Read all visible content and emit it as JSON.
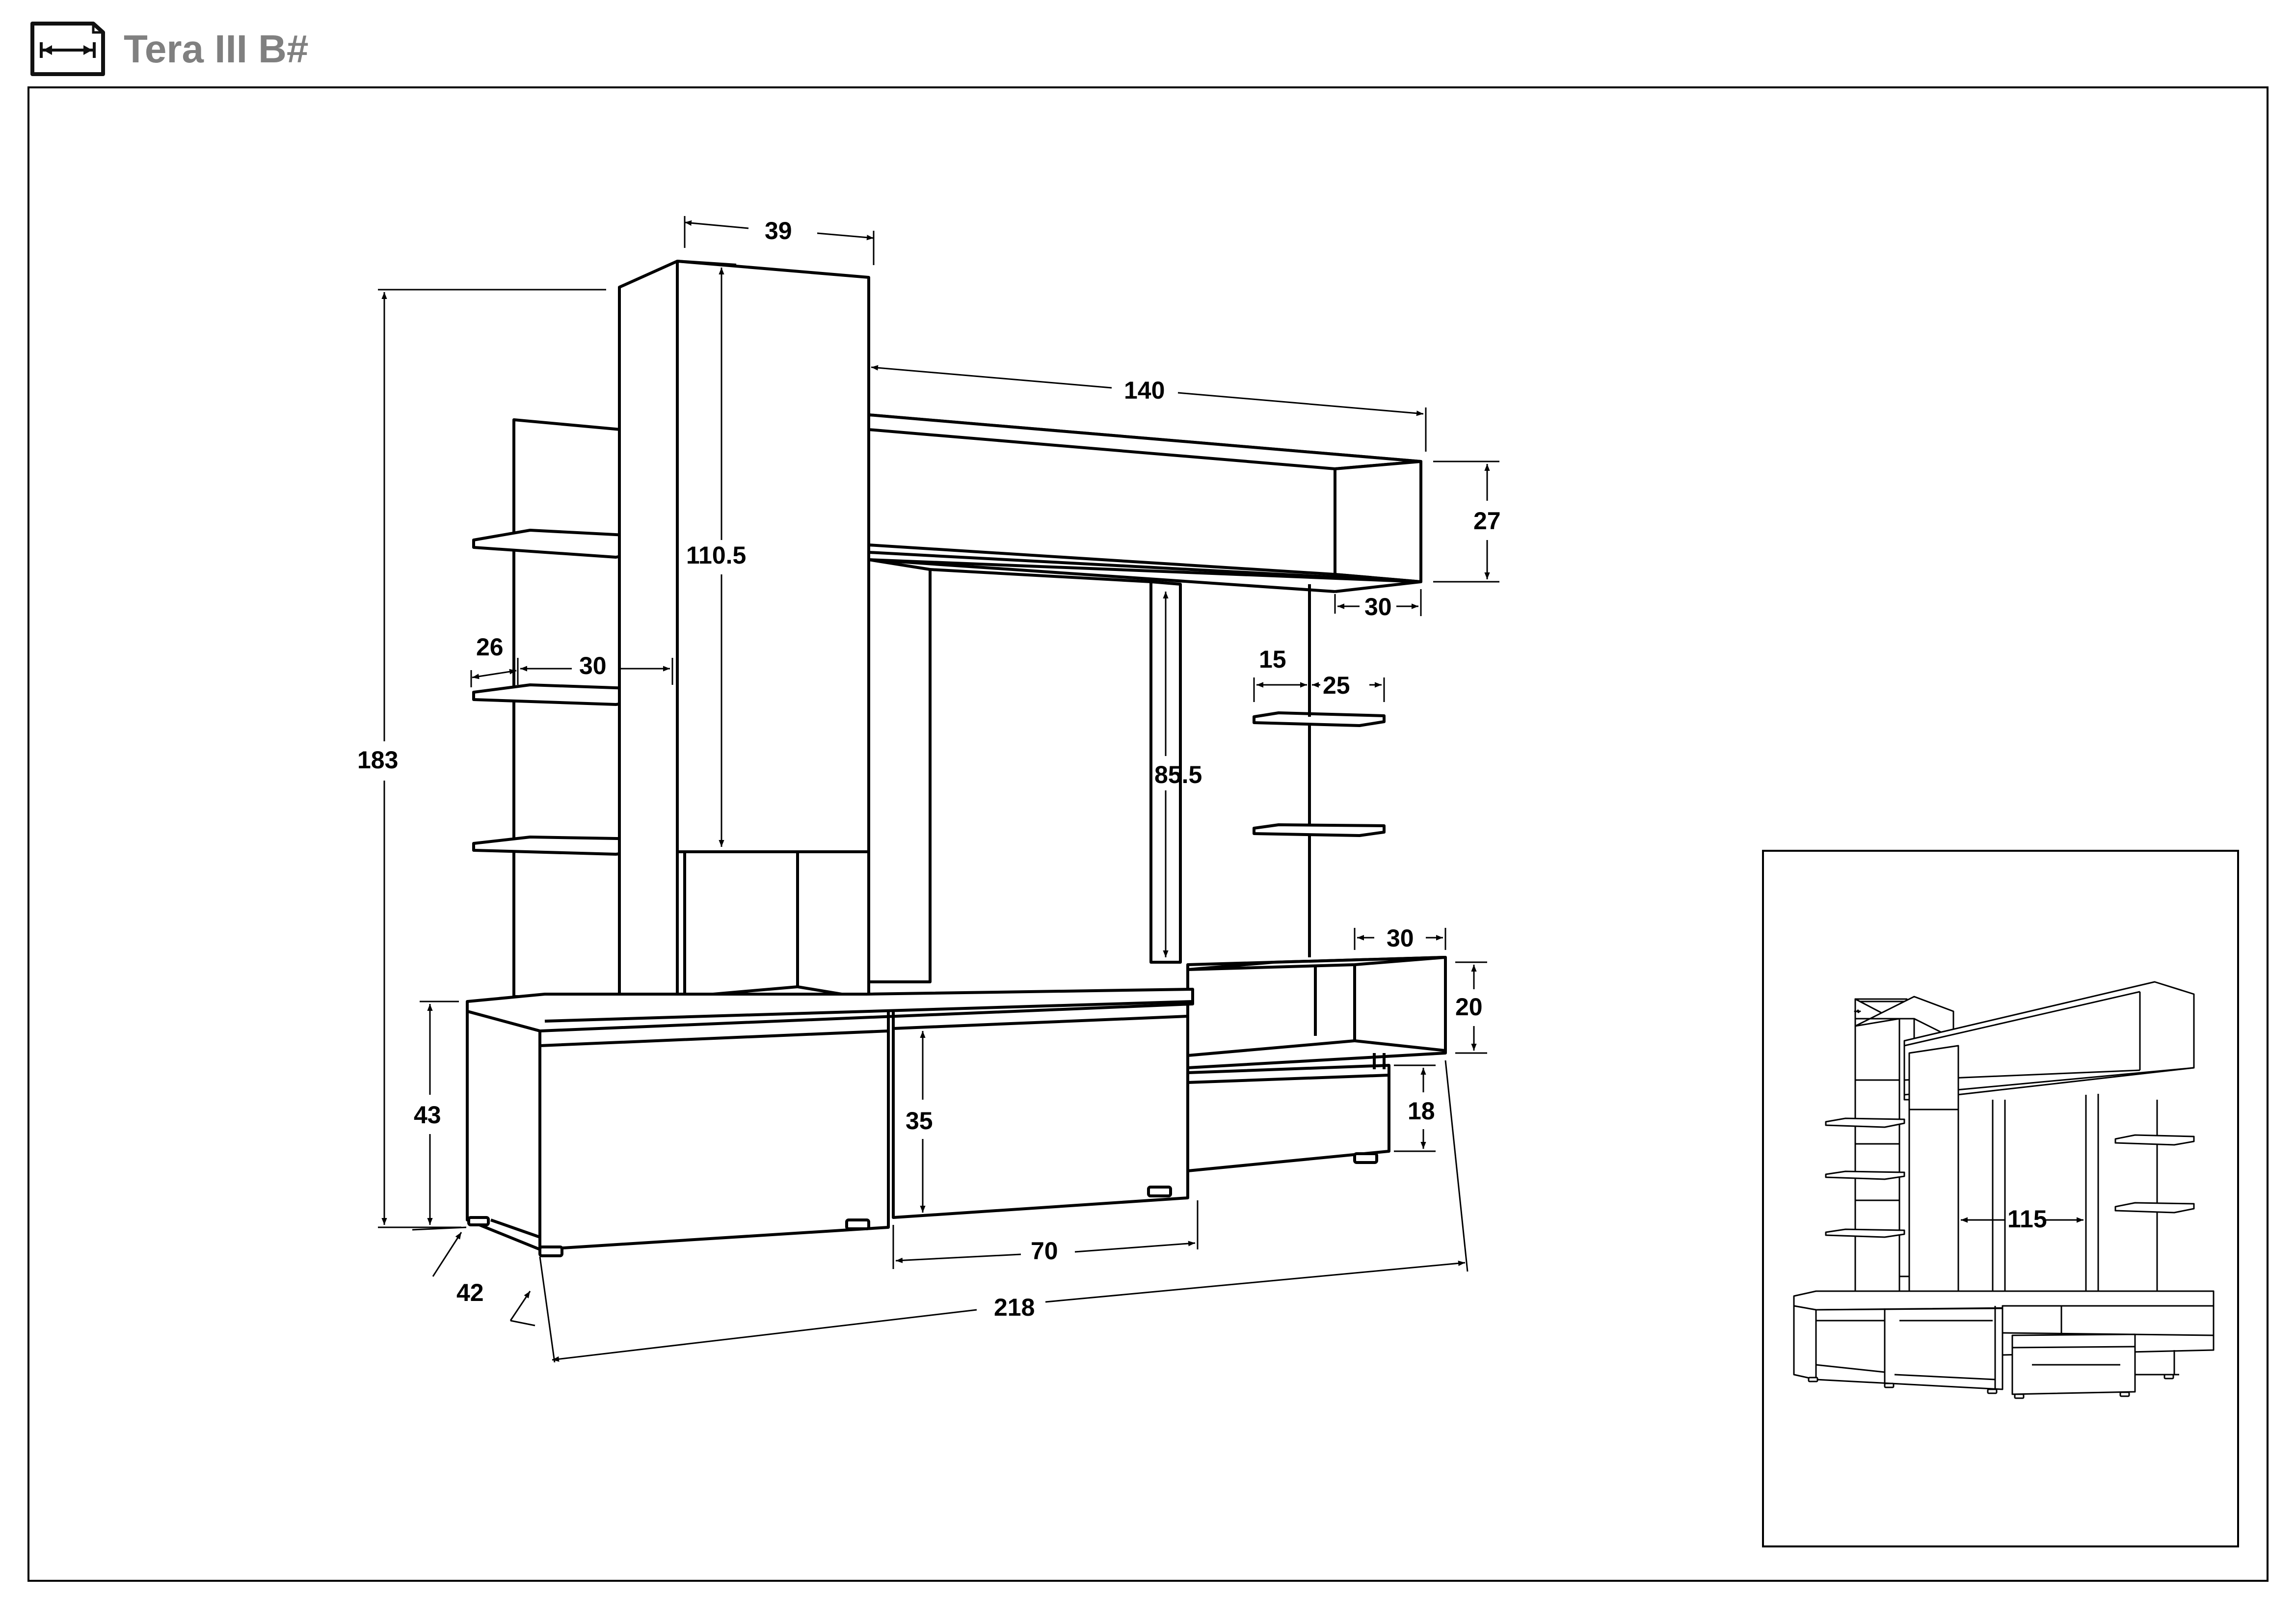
{
  "header": {
    "title": "Tera III B#",
    "icon": "dimensions-icon"
  },
  "dimensions": {
    "top_cabinet_width": "39",
    "top_shelf_width": "140",
    "top_shelf_height": "27",
    "top_shelf_depth": "30",
    "tall_cabinet_height": "110.5",
    "side_shelf_depth": "26",
    "side_shelf_width": "30",
    "wall_shelf_depth": "15",
    "wall_shelf_width": "25",
    "tv_opening_height": "85.5",
    "total_height": "183",
    "right_shelf_width": "30",
    "right_shelf_height": "20",
    "drawer_height": "18",
    "base_height": "43",
    "door_height": "35",
    "door_width": "70",
    "base_depth": "42",
    "total_width": "218",
    "inset_width": "115"
  }
}
